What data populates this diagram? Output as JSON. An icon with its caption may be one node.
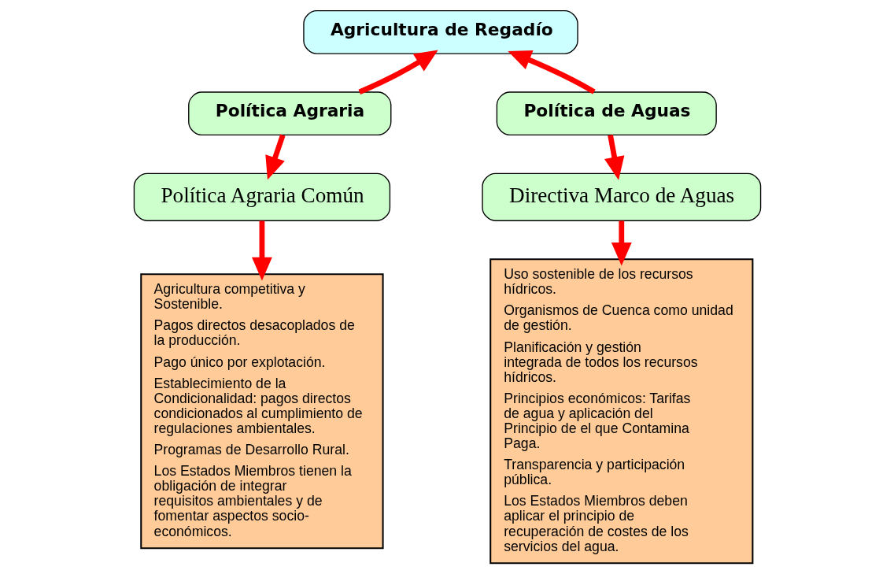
{
  "diagram": {
    "nodes": [
      {
        "text": [
          "Agricultura de Regadío"
        ]
      },
      {
        "text": [
          "Política Agraria"
        ]
      },
      {
        "text": [
          "Política de Aguas"
        ]
      },
      {
        "text": [
          "Política Agraria Común"
        ]
      },
      {
        "text": [
          "Directiva Marco de Aguas"
        ]
      },
      {
        "text": [
          "Agricultura competitiva y Sostenible.",
          "Pagos directos desacoplados de la producción.",
          "Pago único por explotación.",
          "Establecimiento de la Condicionalidad: pagos directos condicionados al cumplimiento de regulaciones ambientales.",
          "Programas de Desarrollo Rural.",
          "Los Estados Miembros tienen la obligación de integrar requisitos ambientales y de fomentar aspectos socio-económicos."
        ]
      },
      {
        "text": [
          "Uso sostenible de los recursos hídricos.",
          "Organismos de Cuenca como unidad de gestión.",
          "Planificación y gestión integrada de todos los recursos hídricos.",
          "Principios económicos: Tarifas de agua y aplicación del Principio de el que Contamina Paga.",
          "Transparencia y participación pública.",
          "Los Estados Miembros deben aplicar el principio de recuperación de costes de los servicios del agua."
        ]
      }
    ],
    "edges": [
      {
        "from": 1,
        "to": 0,
        "arrow": "to"
      },
      {
        "from": 2,
        "to": 0,
        "arrow": "to"
      },
      {
        "from": 1,
        "to": 3,
        "arrow": "to"
      },
      {
        "from": 2,
        "to": 4,
        "arrow": "to"
      },
      {
        "from": 3,
        "to": 5,
        "arrow": "to"
      },
      {
        "from": 4,
        "to": 6,
        "arrow": "to"
      }
    ]
  }
}
